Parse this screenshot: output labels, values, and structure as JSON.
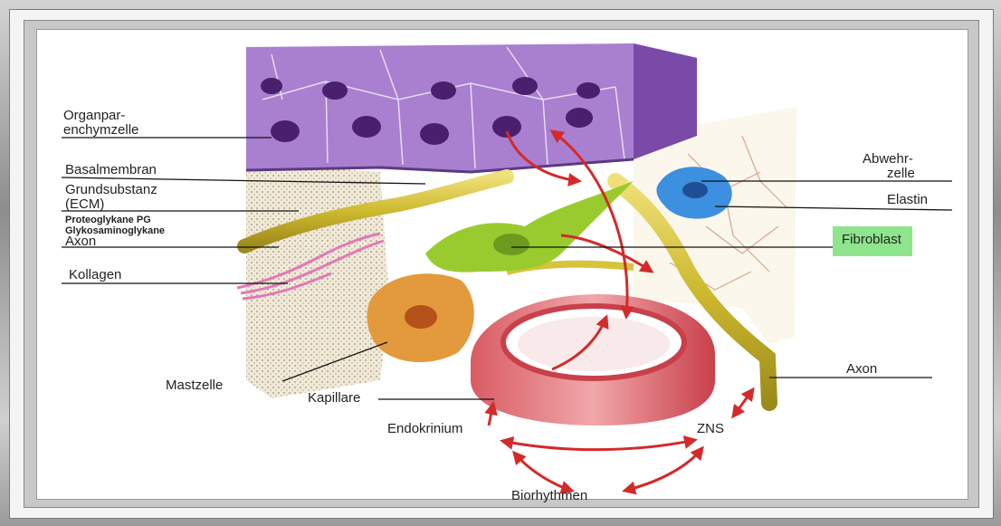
{
  "labels": {
    "organparenchymzelle_1": "Organpar-",
    "organparenchymzelle_2": "enchymzelle",
    "basalmembran": "Basalmembran",
    "grundsubstanz_1": "Grundsubstanz",
    "grundsubstanz_2": "(ECM)",
    "proteoglykane": "Proteoglykane PG",
    "glykosaminoglykane": "Glykosaminoglykane",
    "axon_left": "Axon",
    "kollagen": "Kollagen",
    "mastzelle": "Mastzelle",
    "kapillare": "Kapillare",
    "endokrinium": "Endokrinium",
    "zns": "ZNS",
    "biorhythmen": "Biorhythmen",
    "abwehrzelle_1": "Abwehr-",
    "abwehrzelle_2": "zelle",
    "elastin": "Elastin",
    "fibroblast": "Fibroblast",
    "axon_right": "Axon"
  },
  "colors": {
    "parenchyma": "#a97fd0",
    "parenchyma_dark": "#7a4aa8",
    "nucleus": "#4a1f6e",
    "ecm": "#efe6d2",
    "axon": "#d6c43a",
    "fibroblast": "#9acb2e",
    "defense_cell": "#3d8fe0",
    "mast_cell": "#e29a3c",
    "capillary": "#e0707a",
    "arrow": "#d42a2a",
    "fibroblast_highlight": "#8fe58d"
  }
}
